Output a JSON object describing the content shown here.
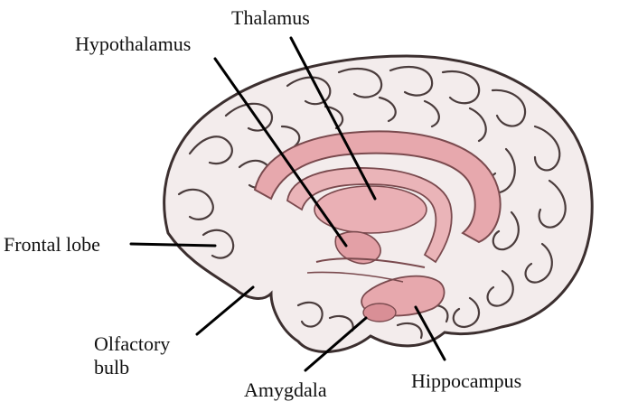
{
  "diagram": {
    "labels": {
      "thalamus": "Thalamus",
      "hypothalamus": "Hypothalamus",
      "frontal_lobe": "Frontal lobe",
      "olfactory_bulb_line1": "Olfactory",
      "olfactory_bulb_line2": "bulb",
      "amygdala": "Amygdala",
      "hippocampus": "Hippocampus"
    },
    "colors": {
      "brain_fill": "#f3ecec",
      "gyrus_line": "#4a3c3c",
      "limbic_fill": "#e7a8ad",
      "limbic_dark": "#c97a80",
      "leader_line": "#000000"
    }
  }
}
